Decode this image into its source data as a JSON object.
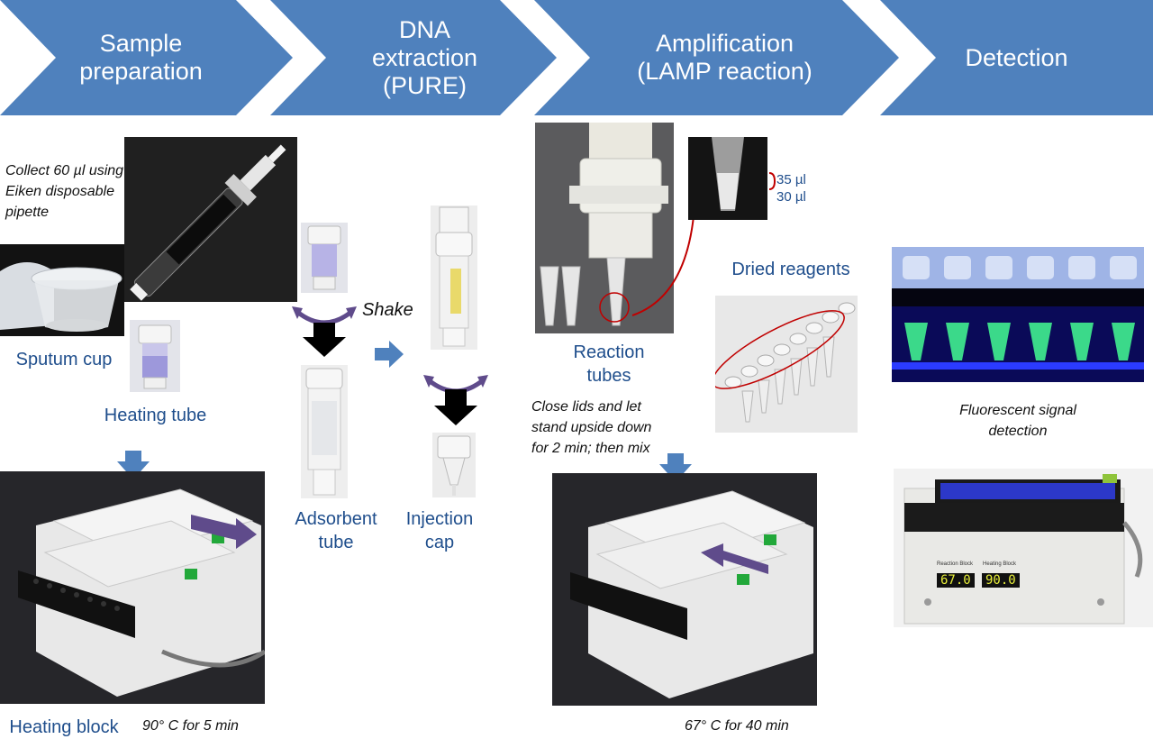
{
  "steps": [
    {
      "title": "Sample\npreparation"
    },
    {
      "title": "DNA\nextraction\n(PURE)"
    },
    {
      "title": "Amplification\n(LAMP reaction)"
    },
    {
      "title": "Detection"
    }
  ],
  "sample_prep": {
    "collect_note": "Collect 60 µl using\nEiken disposable\npipette",
    "sputum_cup": "Sputum cup",
    "heating_tube": "Heating tube",
    "heating_block": "Heating block",
    "heat_condition": "90° C for 5 min"
  },
  "extraction": {
    "shake": "Shake",
    "adsorbent_tube": "Adsorbent\ntube",
    "injection_cap": "Injection\ncap"
  },
  "amplification": {
    "vol_35": "35 µl",
    "vol_30": "30 µl",
    "reaction_tubes": "Reaction\ntubes",
    "dried_reagents": "Dried reagents",
    "close_note": "Close lids and let\nstand upside down\nfor 2 min; then mix",
    "amp_condition": "67° C for 40 min"
  },
  "detection": {
    "signal_note": "Fluorescent signal\ndetection",
    "display_reaction_label": "Reaction Block",
    "display_heating_label": "Heating Block",
    "display_reaction_value": "67.0",
    "display_heating_value": "90.0"
  },
  "colors": {
    "chevron": "#4f81bd",
    "label": "#1f4e8c",
    "arrow_blue": "#4f81bd",
    "arrow_purple": "#5f4b8b",
    "ring_red": "#c00000"
  }
}
